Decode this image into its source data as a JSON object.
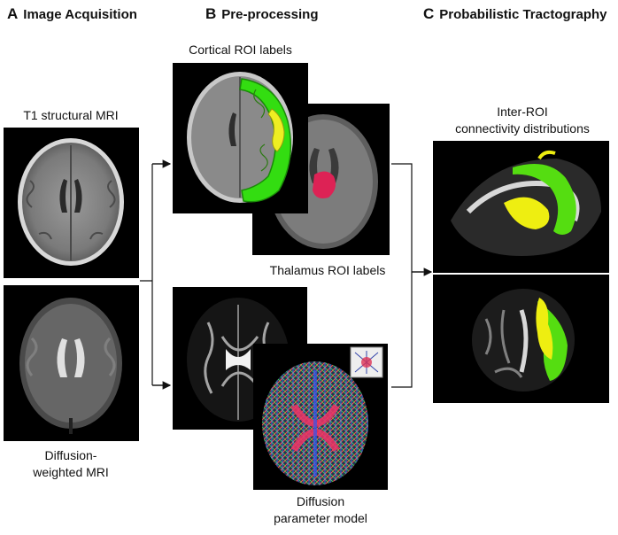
{
  "sections": {
    "a": {
      "letter": "A",
      "title": "Image Acquisition"
    },
    "b": {
      "letter": "B",
      "title": "Pre-processing"
    },
    "c": {
      "letter": "C",
      "title": "Probabilistic Tractography"
    }
  },
  "captions": {
    "t1": "T1 structural MRI",
    "dwi_line1": "Diffusion-",
    "dwi_line2": "weighted MRI",
    "cortical": "Cortical ROI labels",
    "thalamus": "Thalamus ROI labels",
    "model_line1": "Diffusion",
    "model_line2": "parameter model",
    "inter_line1": "Inter-ROI",
    "inter_line2": "connectivity distributions"
  },
  "colors": {
    "cortical_label": "#33dd11",
    "cortical_label_highlight": "#eeee22",
    "thalamus_label": "#dd2255",
    "tract_green": "#55dd11",
    "tract_yellow": "#eeee11",
    "arrow": "#111111"
  }
}
